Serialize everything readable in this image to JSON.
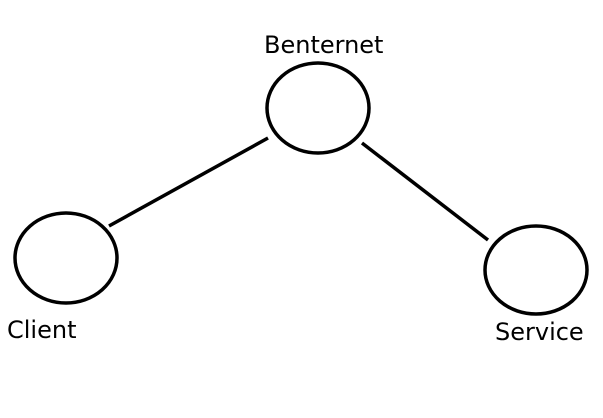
{
  "diagram": {
    "nodes": [
      {
        "id": "benternet",
        "label": "Benternet"
      },
      {
        "id": "client",
        "label": "Client"
      },
      {
        "id": "service",
        "label": "Service"
      }
    ],
    "edges": [
      {
        "from": "client",
        "to": "benternet"
      },
      {
        "from": "benternet",
        "to": "service"
      }
    ],
    "colors": {
      "stroke": "#000000",
      "background": "#ffffff"
    }
  }
}
